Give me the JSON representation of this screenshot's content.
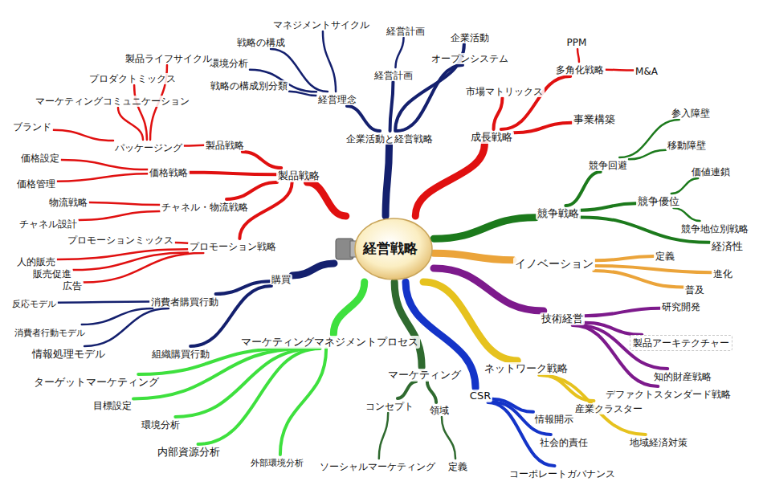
{
  "diagram": {
    "nodes": [
      {
        "text": [
          "経営戦略"
        ]
      },
      {
        "text": [
          "企業活動と経営戦略"
        ]
      },
      {
        "text": [
          "経営理念"
        ]
      },
      {
        "text": [
          "マネジメントサイクル"
        ]
      },
      {
        "text": [
          "戦略の構成"
        ]
      },
      {
        "text": [
          "環境分析"
        ]
      },
      {
        "text": [
          "戦略の構成別分類"
        ]
      },
      {
        "text": [
          "経営計画"
        ]
      },
      {
        "text": [
          "経営計画"
        ]
      },
      {
        "text": [
          "企業活動"
        ]
      },
      {
        "text": [
          "オープンシステム"
        ]
      },
      {
        "text": [
          "成長戦略"
        ]
      },
      {
        "text": [
          "市場マトリックス"
        ]
      },
      {
        "text": [
          "多角化戦略"
        ]
      },
      {
        "text": [
          "PPM"
        ]
      },
      {
        "text": [
          "M&A"
        ]
      },
      {
        "text": [
          "事業構築"
        ]
      },
      {
        "text": [
          "競争戦略"
        ]
      },
      {
        "text": [
          "競争回避"
        ]
      },
      {
        "text": [
          "参入障壁"
        ]
      },
      {
        "text": [
          "移動障壁"
        ]
      },
      {
        "text": [
          "競争優位"
        ]
      },
      {
        "text": [
          "価値連鎖"
        ]
      },
      {
        "text": [
          "競争地位別戦略"
        ]
      },
      {
        "text": [
          "経済性"
        ]
      },
      {
        "text": [
          "イノベーション"
        ]
      },
      {
        "text": [
          "定義"
        ]
      },
      {
        "text": [
          "進化"
        ]
      },
      {
        "text": [
          "普及"
        ]
      },
      {
        "text": [
          "技術経営"
        ]
      },
      {
        "text": [
          "研究開発"
        ]
      },
      {
        "text": [
          "製品アーキテクチャー"
        ]
      },
      {
        "text": [
          "知的財産戦略"
        ]
      },
      {
        "text": [
          "デファクトスタンダード戦略"
        ]
      },
      {
        "text": [
          "ネットワーク戦略"
        ]
      },
      {
        "text": [
          "産業クラスター"
        ]
      },
      {
        "text": [
          "地域経済対策"
        ]
      },
      {
        "text": [
          "CSR"
        ]
      },
      {
        "text": [
          "情報開示"
        ]
      },
      {
        "text": [
          "社会的責任"
        ]
      },
      {
        "text": [
          "コーポレートガバナンス"
        ]
      },
      {
        "text": [
          "マーケティング"
        ]
      },
      {
        "text": [
          "コンセプト"
        ]
      },
      {
        "text": [
          "ソーシャルマーケティング"
        ]
      },
      {
        "text": [
          "領域"
        ]
      },
      {
        "text": [
          "定義"
        ]
      },
      {
        "text": [
          "マーケティングマネジメントプロセス"
        ]
      },
      {
        "text": [
          "ターゲットマーケティング"
        ]
      },
      {
        "text": [
          "目標設定"
        ]
      },
      {
        "text": [
          "環境分析"
        ]
      },
      {
        "text": [
          "内部資源分析"
        ]
      },
      {
        "text": [
          "外部環境分析"
        ]
      },
      {
        "text": [
          "購買"
        ]
      },
      {
        "text": [
          "消費者購買行動"
        ]
      },
      {
        "text": [
          "反応モデル"
        ]
      },
      {
        "text": [
          "消費者行動モデル"
        ]
      },
      {
        "text": [
          "情報処理モデル"
        ]
      },
      {
        "text": [
          "組織購買行動"
        ]
      },
      {
        "text": [
          "製品戦略"
        ]
      },
      {
        "text": [
          "製品戦略"
        ]
      },
      {
        "text": [
          "パッケージング"
        ]
      },
      {
        "text": [
          "製品ライフサイクル"
        ]
      },
      {
        "text": [
          "プロダクトミックス"
        ]
      },
      {
        "text": [
          "マーケティングコミュニケーション"
        ]
      },
      {
        "text": [
          "ブランド"
        ]
      },
      {
        "text": [
          "価格戦略"
        ]
      },
      {
        "text": [
          "価格設定"
        ]
      },
      {
        "text": [
          "価格管理"
        ]
      },
      {
        "text": [
          "チャネル・物流戦略"
        ]
      },
      {
        "text": [
          "物流戦略"
        ]
      },
      {
        "text": [
          "チャネル設計"
        ]
      },
      {
        "text": [
          "プロモーション戦略"
        ]
      },
      {
        "text": [
          "プロモーションミックス"
        ]
      },
      {
        "text": [
          "人的販売"
        ]
      },
      {
        "text": [
          "販売促進"
        ]
      },
      {
        "text": [
          "広告"
        ]
      }
    ],
    "edges": [
      {
        "from": 0,
        "to": 1,
        "arrow": "none"
      },
      {
        "from": 1,
        "to": 2,
        "arrow": "none"
      },
      {
        "from": 2,
        "to": 3,
        "arrow": "none"
      },
      {
        "from": 2,
        "to": 4,
        "arrow": "none"
      },
      {
        "from": 2,
        "to": 5,
        "arrow": "none"
      },
      {
        "from": 2,
        "to": 6,
        "arrow": "none"
      },
      {
        "from": 1,
        "to": 7,
        "arrow": "none"
      },
      {
        "from": 7,
        "to": 8,
        "arrow": "none"
      },
      {
        "from": 1,
        "to": 9,
        "arrow": "none"
      },
      {
        "from": 1,
        "to": 10,
        "arrow": "none"
      },
      {
        "from": 0,
        "to": 11,
        "arrow": "none"
      },
      {
        "from": 11,
        "to": 12,
        "arrow": "none"
      },
      {
        "from": 11,
        "to": 13,
        "arrow": "none"
      },
      {
        "from": 13,
        "to": 14,
        "arrow": "none"
      },
      {
        "from": 13,
        "to": 15,
        "arrow": "none"
      },
      {
        "from": 11,
        "to": 16,
        "arrow": "none"
      },
      {
        "from": 0,
        "to": 17,
        "arrow": "none"
      },
      {
        "from": 17,
        "to": 18,
        "arrow": "none"
      },
      {
        "from": 18,
        "to": 19,
        "arrow": "none"
      },
      {
        "from": 18,
        "to": 20,
        "arrow": "none"
      },
      {
        "from": 17,
        "to": 21,
        "arrow": "none"
      },
      {
        "from": 21,
        "to": 22,
        "arrow": "none"
      },
      {
        "from": 21,
        "to": 23,
        "arrow": "none"
      },
      {
        "from": 17,
        "to": 24,
        "arrow": "none"
      },
      {
        "from": 0,
        "to": 25,
        "arrow": "none"
      },
      {
        "from": 25,
        "to": 26,
        "arrow": "none"
      },
      {
        "from": 25,
        "to": 27,
        "arrow": "none"
      },
      {
        "from": 25,
        "to": 28,
        "arrow": "none"
      },
      {
        "from": 0,
        "to": 29,
        "arrow": "none"
      },
      {
        "from": 29,
        "to": 30,
        "arrow": "none"
      },
      {
        "from": 29,
        "to": 31,
        "arrow": "none"
      },
      {
        "from": 29,
        "to": 32,
        "arrow": "none"
      },
      {
        "from": 29,
        "to": 33,
        "arrow": "none"
      },
      {
        "from": 0,
        "to": 34,
        "arrow": "none"
      },
      {
        "from": 34,
        "to": 35,
        "arrow": "none"
      },
      {
        "from": 34,
        "to": 36,
        "arrow": "none"
      },
      {
        "from": 0,
        "to": 37,
        "arrow": "none"
      },
      {
        "from": 37,
        "to": 38,
        "arrow": "none"
      },
      {
        "from": 37,
        "to": 39,
        "arrow": "none"
      },
      {
        "from": 37,
        "to": 40,
        "arrow": "none"
      },
      {
        "from": 0,
        "to": 41,
        "arrow": "none"
      },
      {
        "from": 41,
        "to": 42,
        "arrow": "none"
      },
      {
        "from": 42,
        "to": 43,
        "arrow": "none"
      },
      {
        "from": 41,
        "to": 44,
        "arrow": "none"
      },
      {
        "from": 44,
        "to": 45,
        "arrow": "none"
      },
      {
        "from": 0,
        "to": 46,
        "arrow": "none"
      },
      {
        "from": 46,
        "to": 47,
        "arrow": "none"
      },
      {
        "from": 46,
        "to": 48,
        "arrow": "none"
      },
      {
        "from": 46,
        "to": 49,
        "arrow": "none"
      },
      {
        "from": 46,
        "to": 50,
        "arrow": "none"
      },
      {
        "from": 46,
        "to": 51,
        "arrow": "none"
      },
      {
        "from": 0,
        "to": 52,
        "arrow": "none"
      },
      {
        "from": 52,
        "to": 53,
        "arrow": "none"
      },
      {
        "from": 53,
        "to": 54,
        "arrow": "none"
      },
      {
        "from": 53,
        "to": 55,
        "arrow": "none"
      },
      {
        "from": 53,
        "to": 56,
        "arrow": "none"
      },
      {
        "from": 52,
        "to": 57,
        "arrow": "none"
      },
      {
        "from": 0,
        "to": 58,
        "arrow": "none"
      },
      {
        "from": 58,
        "to": 59,
        "arrow": "none"
      },
      {
        "from": 59,
        "to": 60,
        "arrow": "none"
      },
      {
        "from": 60,
        "to": 61,
        "arrow": "none"
      },
      {
        "from": 60,
        "to": 62,
        "arrow": "none"
      },
      {
        "from": 60,
        "to": 63,
        "arrow": "none"
      },
      {
        "from": 60,
        "to": 64,
        "arrow": "none"
      },
      {
        "from": 58,
        "to": 65,
        "arrow": "none"
      },
      {
        "from": 65,
        "to": 66,
        "arrow": "none"
      },
      {
        "from": 65,
        "to": 67,
        "arrow": "none"
      },
      {
        "from": 58,
        "to": 68,
        "arrow": "none"
      },
      {
        "from": 68,
        "to": 69,
        "arrow": "none"
      },
      {
        "from": 68,
        "to": 70,
        "arrow": "none"
      },
      {
        "from": 58,
        "to": 71,
        "arrow": "none"
      },
      {
        "from": 71,
        "to": 72,
        "arrow": "none"
      },
      {
        "from": 71,
        "to": 73,
        "arrow": "none"
      },
      {
        "from": 71,
        "to": 74,
        "arrow": "none"
      },
      {
        "from": 71,
        "to": 75,
        "arrow": "none"
      }
    ]
  }
}
